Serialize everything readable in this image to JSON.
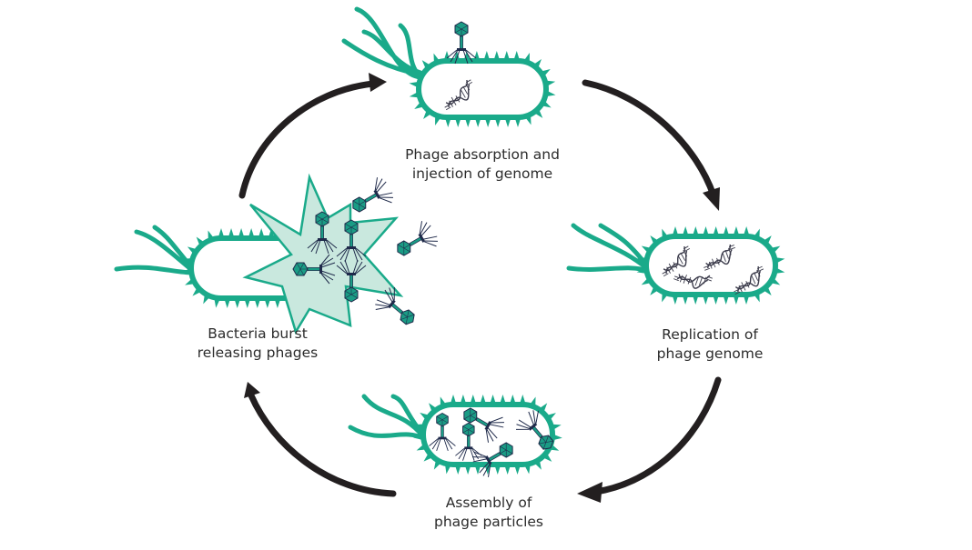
{
  "title": "Lytic cycle of bacteriophage",
  "colors": {
    "bacteria": "#1aaa8a",
    "burst_fill": "#c9e8de",
    "phage_head": "#1a9c85",
    "phage_line": "#1f2a4a",
    "dna": "#3a3a4a",
    "arrow": "#231f20",
    "text": "#2b2b2b"
  },
  "stages": [
    {
      "id": "absorption",
      "lines": [
        "Phage absorption and",
        "injection of genome"
      ]
    },
    {
      "id": "replication",
      "lines": [
        "Replication of",
        "phage genome"
      ]
    },
    {
      "id": "assembly",
      "lines": [
        "Assembly of",
        "phage particles"
      ]
    },
    {
      "id": "burst",
      "lines": [
        "Bacteria burst",
        "releasing phages"
      ]
    }
  ],
  "cycle_direction": "clockwise"
}
